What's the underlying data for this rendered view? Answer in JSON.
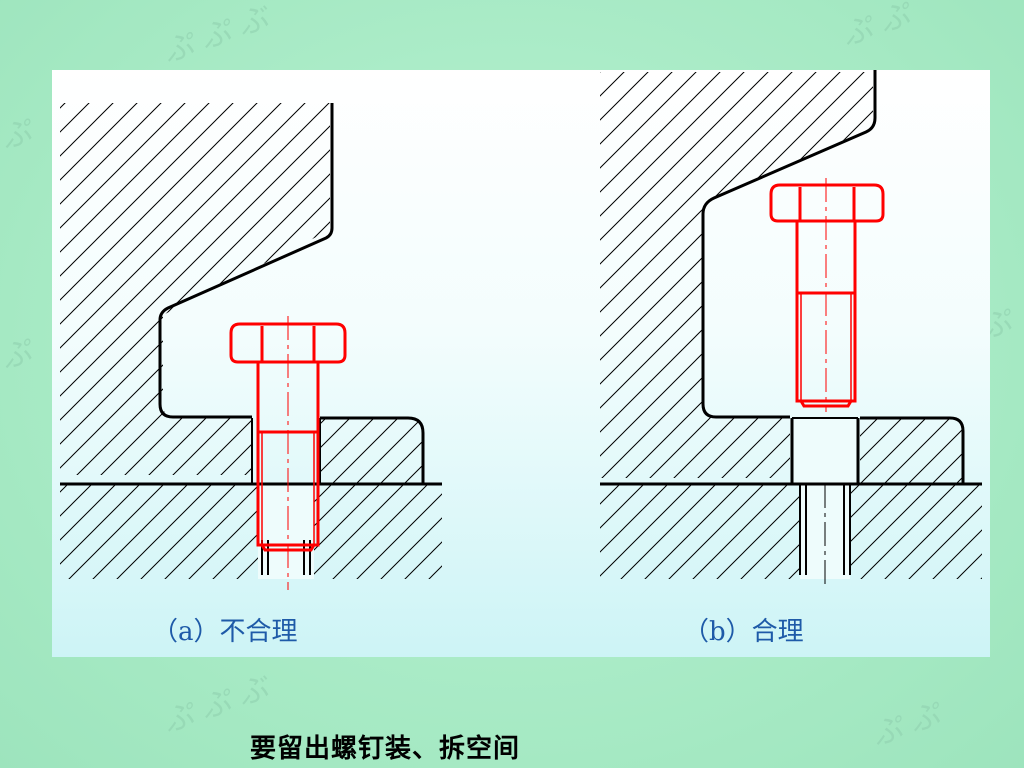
{
  "captions": {
    "a": "（a）不合理",
    "b": "（b）合理"
  },
  "footer_note": "要留出螺钉装、拆空间",
  "colors": {
    "background": "#a9ecc6",
    "panel": "#eefcfc",
    "outline": "#000000",
    "screw": "#ff0000",
    "caption": "#1e5aa8"
  }
}
